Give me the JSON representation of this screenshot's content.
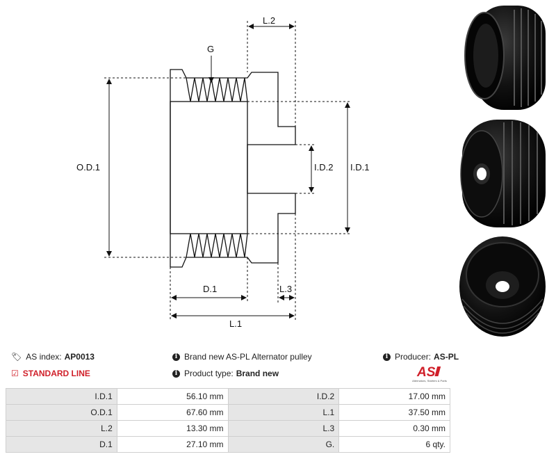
{
  "drawing": {
    "labels": {
      "g": "G",
      "l2": "L.2",
      "od1": "O.D.1",
      "id1": "I.D.1",
      "id2": "I.D.2",
      "d1": "D.1",
      "l3": "L.3",
      "l1": "L.1"
    }
  },
  "info": {
    "as_index_label": "AS index:",
    "as_index_value": "AP0013",
    "standard_line": "STANDARD LINE",
    "brand_text": "Brand new AS-PL Alternator pulley",
    "product_type_label": "Product type:",
    "product_type_value": "Brand new",
    "producer_label": "Producer:",
    "producer_value": "AS-PL"
  },
  "logo": {
    "text": "AS",
    "tagline": "Alternators, Starters & Parts",
    "color": "#d0202a"
  },
  "specs": [
    [
      "I.D.1",
      "56.10 mm",
      "I.D.2",
      "17.00 mm"
    ],
    [
      "O.D.1",
      "67.60 mm",
      "L.1",
      "37.50 mm"
    ],
    [
      "L.2",
      "13.30 mm",
      "L.3",
      "0.30 mm"
    ],
    [
      "D.1",
      "27.10 mm",
      "G.",
      "6 qty."
    ]
  ],
  "icons": {
    "as_index": "tags-icon",
    "standard_line": "checkbox-icon",
    "info": "info-circle-icon"
  }
}
